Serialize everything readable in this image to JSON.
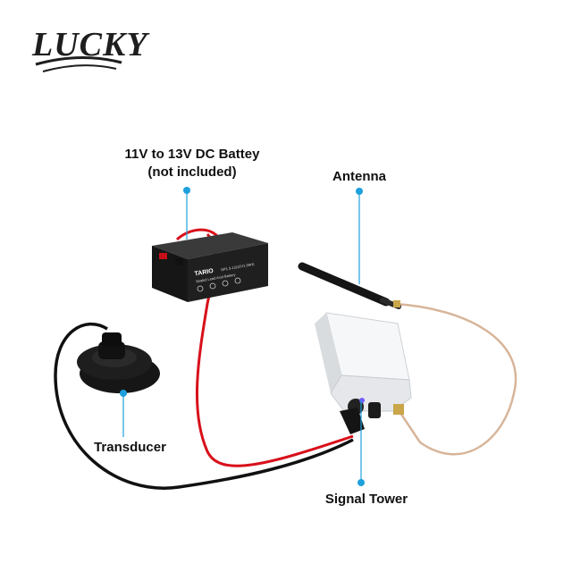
{
  "brand": {
    "logo_text": "LUCKY"
  },
  "labels": {
    "battery_line1": "11V to 13V DC Battey",
    "battery_line2": "(not included)",
    "antenna": "Antenna",
    "transducer": "Transducer",
    "signal_tower": "Signal Tower"
  },
  "battery_face": {
    "brand": "TARIO",
    "model": "EP1.3-12(12V1.3AH)",
    "subtitle": "Sealed Lead Acid Battery"
  },
  "colors": {
    "accent_dot": "#1ea0dc",
    "red_wire": "#d8101a",
    "black_wire": "#111111",
    "antenna_cable": "#d7b59a",
    "box": "#eceef0",
    "battery": "#1a1a1a"
  }
}
